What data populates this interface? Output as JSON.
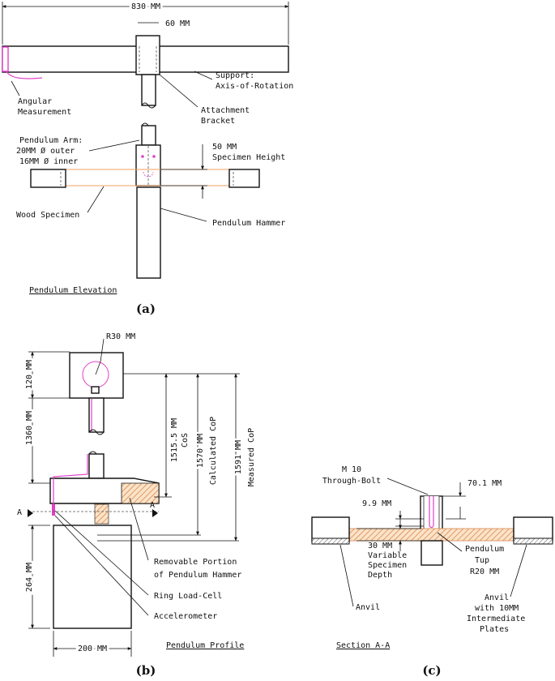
{
  "labels": {
    "a_width": "830 MM",
    "a_bracket_width": "60 MM",
    "a_support_1": "Support:",
    "a_support_2": "Axis-of-Rotation",
    "a_angular_1": "Angular",
    "a_angular_2": "Measurement",
    "a_attach_1": "Attachment",
    "a_attach_2": "Bracket",
    "a_arm_1": "Pendulum Arm:",
    "a_arm_2": "20MM Ø outer",
    "a_arm_3": "16MM Ø inner",
    "a_height_1": "50 MM",
    "a_height_2": "Specimen Height",
    "a_wood": "Wood Specimen",
    "a_hammer": "Pendulum Hammer",
    "a_title": "Pendulum Elevation",
    "b_radius": "R30 MM",
    "b_120": "120 MM",
    "b_1360": "1360 MM",
    "b_264": "264 MM",
    "b_200": "200 MM",
    "b_cos_1": "1515.5 MM",
    "b_cos_2": "CoS",
    "b_calc_1": "1570 MM",
    "b_calc_2": "Calculated CoP",
    "b_meas_1": "1591 MM",
    "b_meas_2": "Measured CoP",
    "b_sec_left": "A",
    "b_sec_right": "A",
    "b_removable_1": "Removable Portion",
    "b_removable_2": "of Pendulum Hammer",
    "b_ring": "Ring Load-Cell",
    "b_accel": "Accelerometer",
    "b_title": "Pendulum Profile",
    "c_bolt_1": "M 10",
    "c_bolt_2": "Through-Bolt",
    "c_701": "70.1 MM",
    "c_99": "9.9 MM",
    "c_depth_1": "30 MM",
    "c_depth_2": "Variable",
    "c_depth_3": "Specimen",
    "c_depth_4": "Depth",
    "c_tup_1": "Pendulum",
    "c_tup_2": "Tup",
    "c_tup_3": "R20 MM",
    "c_anvil": "Anvil",
    "c_anvil2_1": "Anvil",
    "c_anvil2_2": "with 10MM",
    "c_anvil2_3": "Intermediate",
    "c_anvil2_4": "Plates",
    "c_title": "Section A-A"
  },
  "captions": {
    "a": "(a)",
    "b": "(b)",
    "c": "(c)"
  },
  "colors": {
    "line": "#111111",
    "sensor": "#e040c8",
    "wood": "#f0a060",
    "hatch": "#d88850"
  }
}
